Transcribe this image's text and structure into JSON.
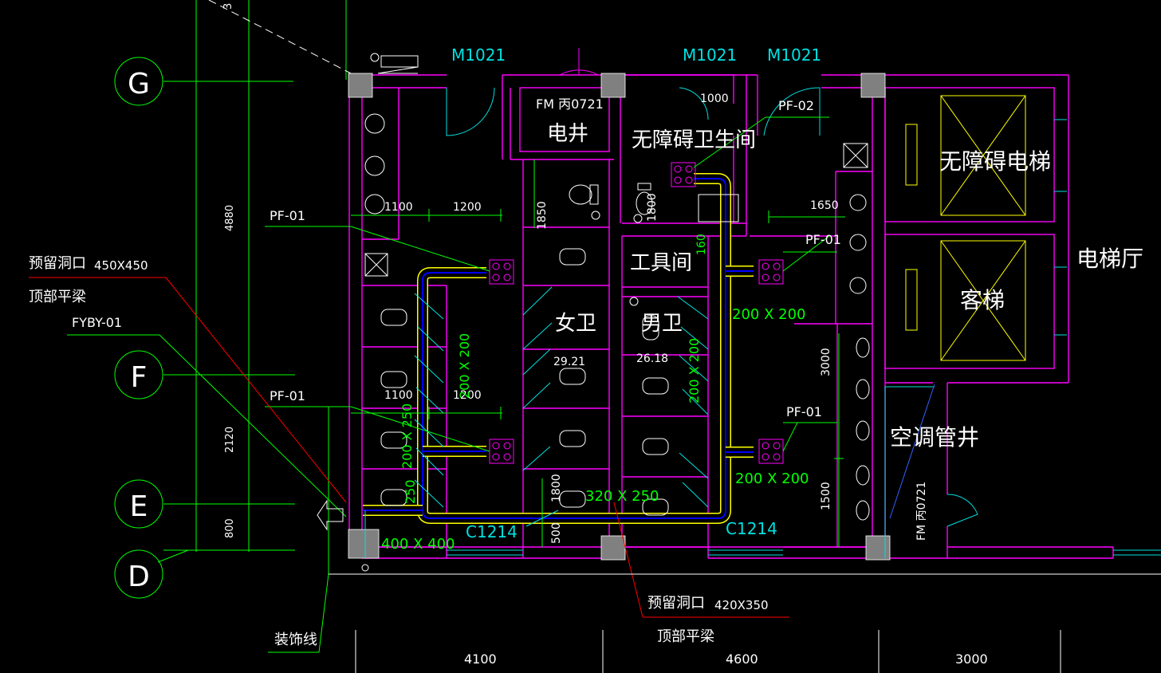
{
  "axes": [
    {
      "id": "G",
      "label": "G"
    },
    {
      "id": "F",
      "label": "F"
    },
    {
      "id": "E",
      "label": "E"
    },
    {
      "id": "D",
      "label": "D"
    }
  ],
  "vertical_dims": [
    "4880",
    "2120",
    "800"
  ],
  "bottom_dims": [
    "4100",
    "4600",
    "3000"
  ],
  "doors": {
    "m1021_a": "M1021",
    "m1021_b": "M1021",
    "m1021_c": "M1021",
    "fm_top": "FM 丙0721",
    "fm_right": "FM 丙0721"
  },
  "rooms": {
    "dianjing": "电井",
    "accessible_wc": "无障碍卫生间",
    "accessible_lift": "无障碍电梯",
    "lift_hall": "电梯厅",
    "tool_room": "工具间",
    "passenger_lift": "客梯",
    "female_wc": "女卫",
    "male_wc": "男卫",
    "ac_shaft": "空调管井"
  },
  "areas": {
    "female": "29.21",
    "male": "26.18"
  },
  "equipment_tags": {
    "pf01_a": "PF-01",
    "pf01_b": "PF-01",
    "pf01_c": "PF-01",
    "pf01_d": "PF-01",
    "pf02": "PF-02",
    "fyby": "FYBY-01"
  },
  "annotations": {
    "reserved_hole_1": "预留洞口",
    "size_1": "450X450",
    "beam_1": "顶部平梁",
    "reserved_hole_2": "预留洞口",
    "size_2": "420X350",
    "beam_2": "顶部平梁",
    "decor_line": "装饰线"
  },
  "windows": {
    "c1214_a": "C1214",
    "c1214_b": "C1214"
  },
  "inner_dims": {
    "d1100a": "1100",
    "d1200a": "1200",
    "d1100b": "1100",
    "d1200b": "1200",
    "d1850": "1850",
    "d1000": "1000",
    "d1800": "1800",
    "d160": "160",
    "d1650": "1650",
    "d3000": "3000",
    "d1500": "1500",
    "d1800b": "1800",
    "d500": "500"
  },
  "duct_sizes": {
    "s200x200a": "200 X 200",
    "s200x200b": "200 X 200",
    "s200x200v1": "200 X 200",
    "s200x200v2": "200 X 200",
    "s200x250": "200 X 250",
    "s250": "250",
    "s320x250": "320 X 250",
    "s400x400": "400 X 400"
  },
  "colors": {
    "background": "#000000",
    "wall": "#ff00ff",
    "axis": "#00ff00",
    "door": "#00e0e0",
    "duct": "#ffff00",
    "duct_inner": "#0000ff",
    "leader_red": "#ff0000",
    "column": "#808080"
  }
}
